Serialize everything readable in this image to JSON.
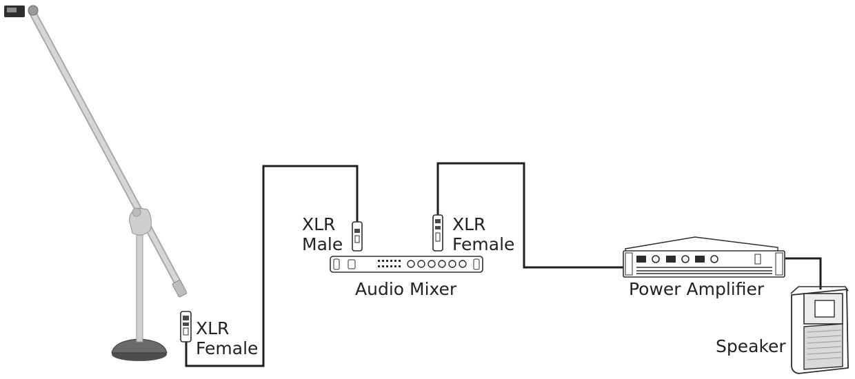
{
  "labels": {
    "xlr_female_mic": [
      "XLR",
      "Female"
    ],
    "xlr_male_mixer": [
      "XLR",
      "Male"
    ],
    "xlr_female_mixer": [
      "XLR",
      "Female"
    ],
    "audio_mixer": "Audio Mixer",
    "power_amplifier": "Power Amplifier",
    "speaker": "Speaker"
  },
  "colors": {
    "cable": "#1e1e1e",
    "outline": "#2b2b2b",
    "stand": "#c9c9c9",
    "stand_outline": "#9a9a9a",
    "base": "#5a5a5a"
  }
}
